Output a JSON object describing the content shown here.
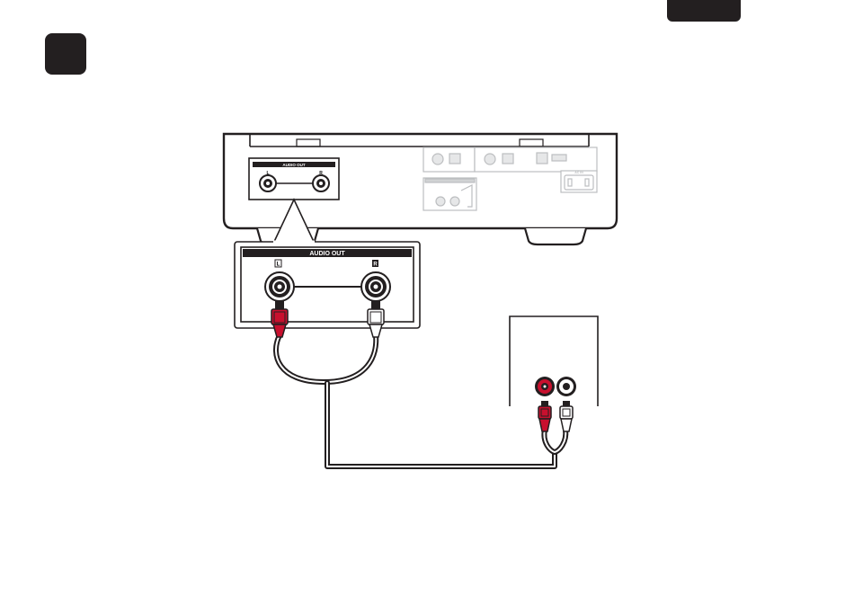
{
  "callout": {
    "title": "AUDIO OUT",
    "left_channel_label": "L",
    "right_channel_label": "R"
  },
  "rear_panel": {
    "audio_out_label": "AUDIO OUT",
    "ac_in_label": "AC IN"
  },
  "colors": {
    "right_plug": "#c8102e",
    "left_plug": "#ffffff",
    "badge": "#231f20",
    "panel_grey": "#bcbec0"
  }
}
